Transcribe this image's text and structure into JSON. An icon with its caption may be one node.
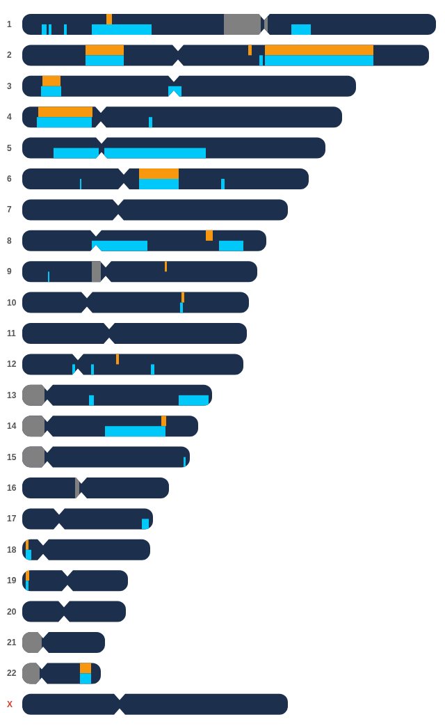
{
  "diagram": {
    "labels": [
      "1",
      "2",
      "3",
      "4",
      "5",
      "6",
      "7",
      "8",
      "9",
      "10",
      "11",
      "12",
      "13",
      "14",
      "15",
      "16",
      "17",
      "18",
      "19",
      "20",
      "21",
      "22",
      "X"
    ]
  }
}
